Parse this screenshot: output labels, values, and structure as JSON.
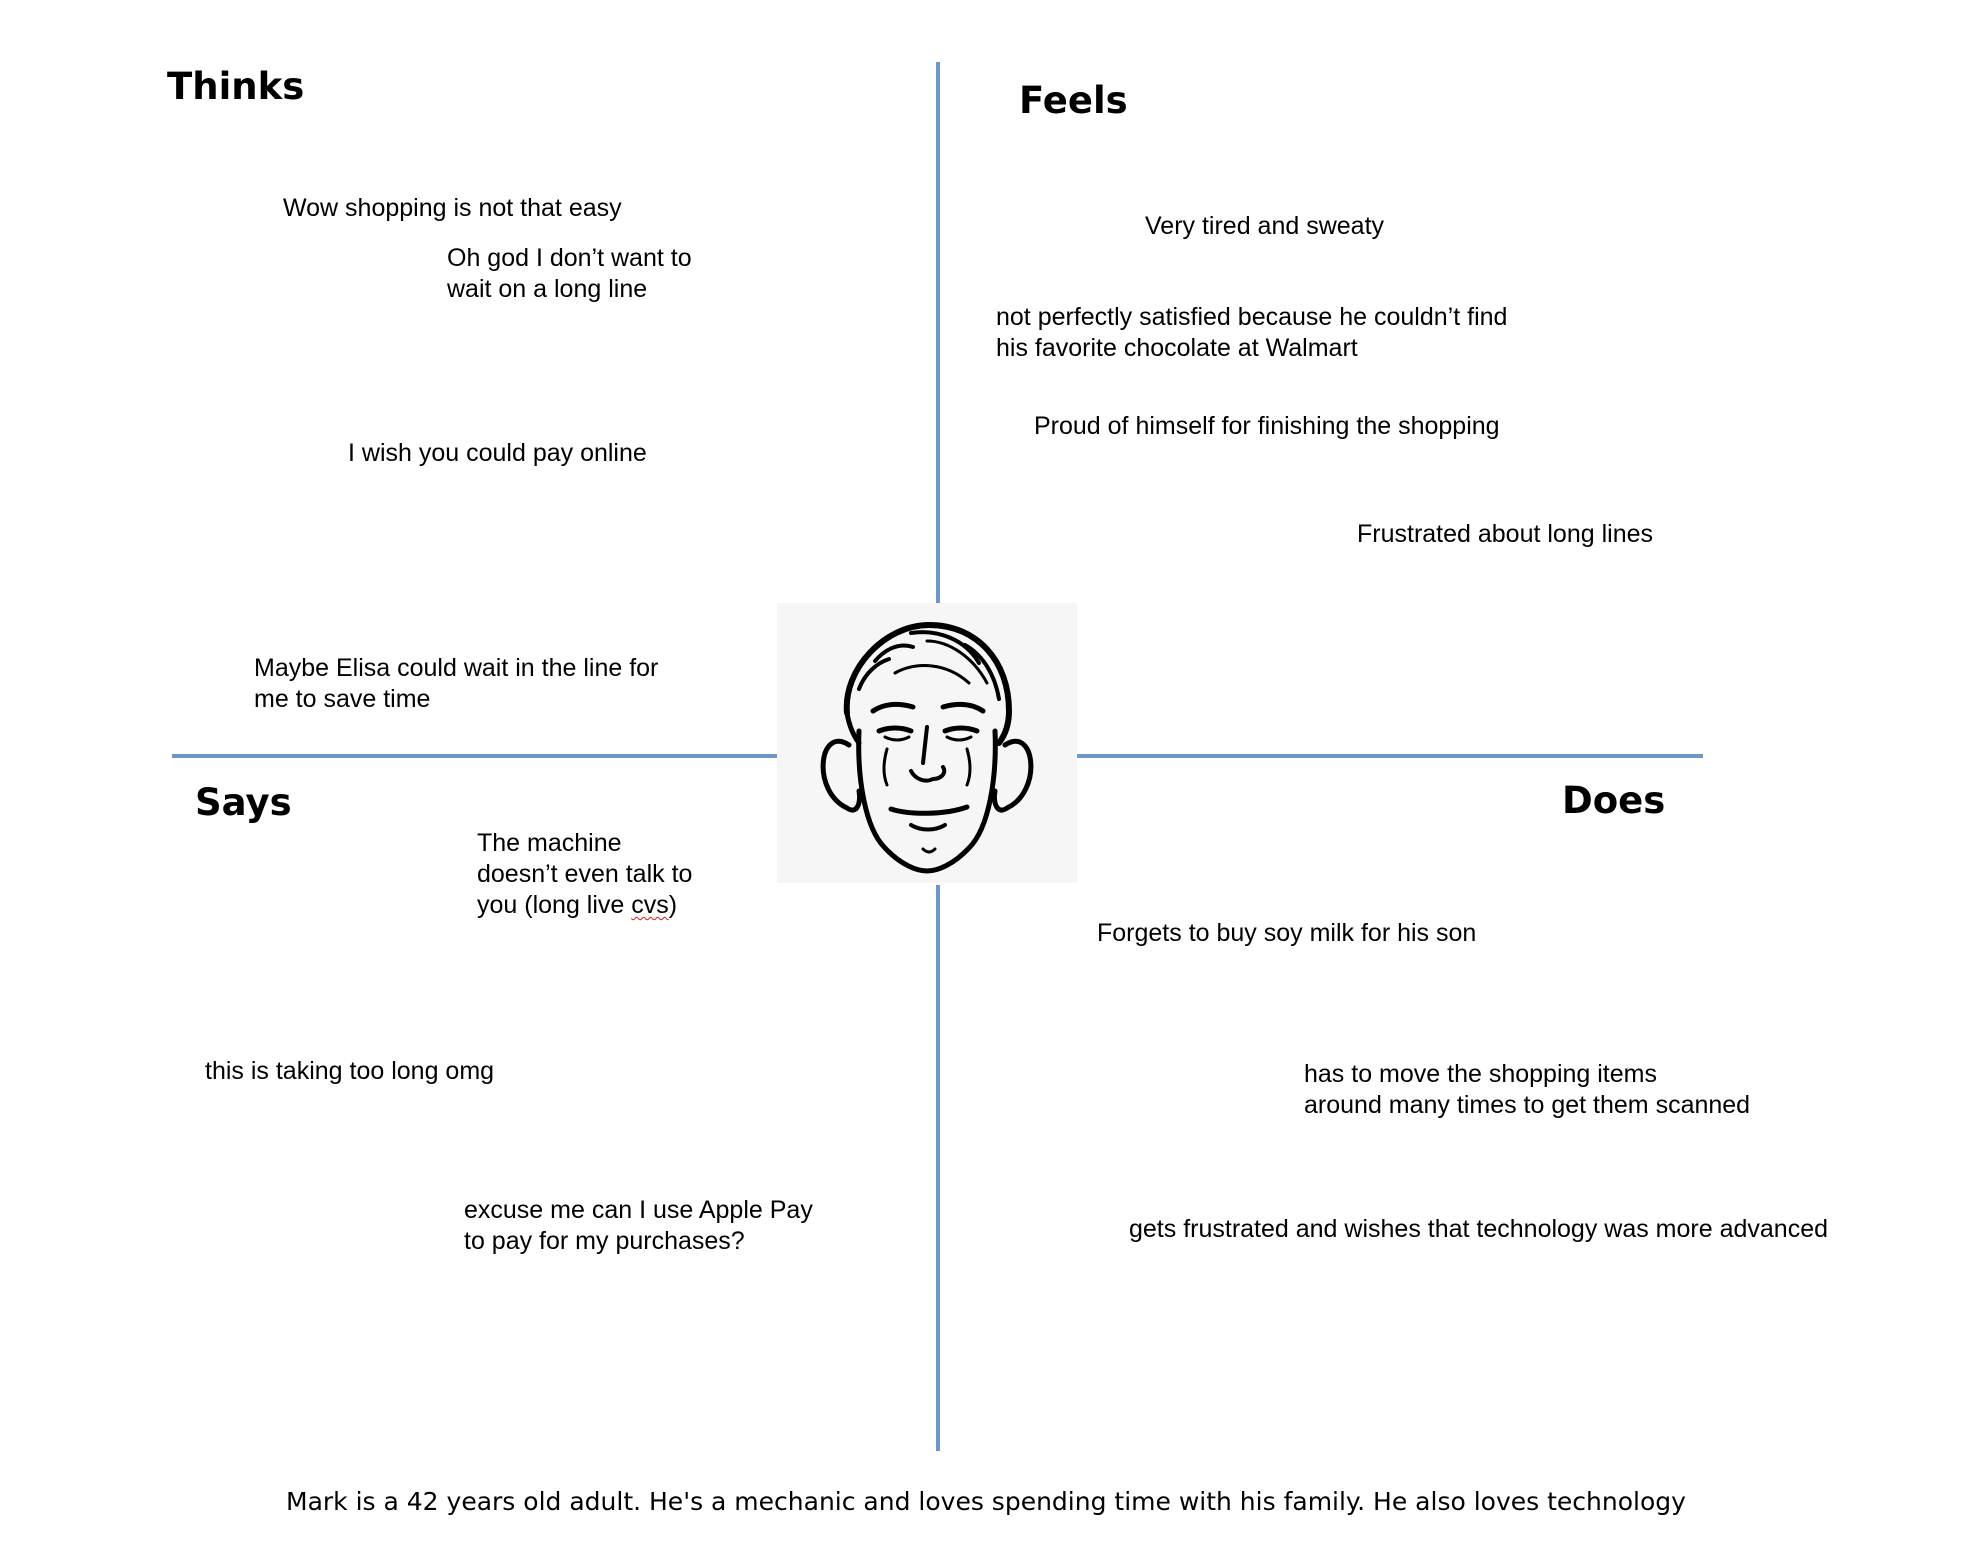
{
  "colors": {
    "axis": "#6d96c9",
    "face_background": "#f6f6f6",
    "text": "#000000",
    "spellcheck_underline": "#d01c1c"
  },
  "quadrants": {
    "thinks": {
      "heading": "Thinks",
      "notes": [
        "Wow shopping is not that easy",
        "Oh god I don’t want to\nwait on a long line",
        "I wish you could pay online",
        "Maybe Elisa could wait in the line for\nme to save time"
      ]
    },
    "feels": {
      "heading": "Feels",
      "notes": [
        "Very tired and sweaty",
        "not perfectly satisfied because he couldn’t find\nhis favorite chocolate at Walmart",
        "Proud of himself for finishing the shopping",
        "Frustrated about long lines"
      ]
    },
    "says": {
      "heading": "Says",
      "notes": [
        {
          "before": "The machine\ndoesn’t even talk to\nyou (long live ",
          "flagged": "cvs",
          "after": ")"
        },
        "this is taking too long omg",
        "excuse me can I use Apple Pay\nto pay for my purchases?"
      ]
    },
    "does": {
      "heading": "Does",
      "notes": [
        "Forgets to buy soy milk for his son",
        "has to move the shopping items\naround many times to get them scanned",
        "gets frustrated and wishes that technology was more advanced"
      ]
    }
  },
  "persona": {
    "icon": "man-face-icon",
    "description": "Mark is a 42 years old adult. He's a mechanic and loves spending time with his family. He also loves technology"
  }
}
